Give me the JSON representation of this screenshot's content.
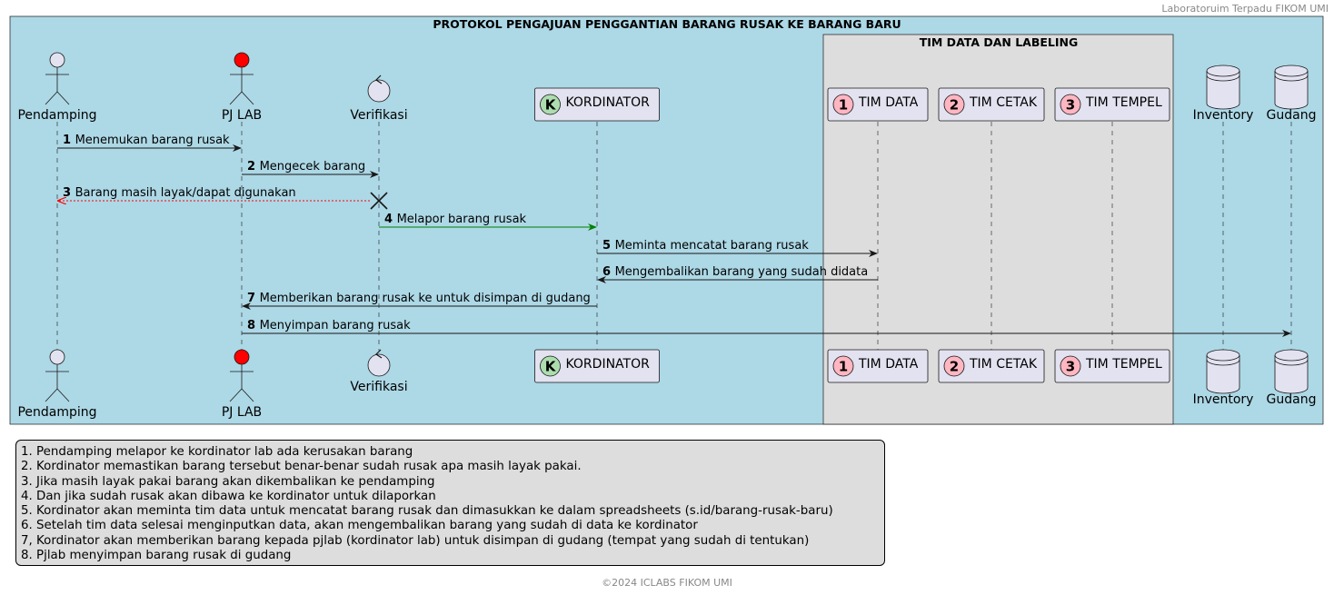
{
  "header": "Laboratoruim Terpadu FIKOM UMI",
  "footer": "©2024 ICLABS FIKOM UMI",
  "diagram": {
    "title": "PROTOKOL PENGAJUAN PENGGANTIAN BARANG RUSAK KE BARANG BARU",
    "group_title": "TIM DATA DAN LABELING",
    "colors": {
      "outer_box": "#add8e6",
      "group_box": "#dddddd",
      "participant_fill": "#e2e2f0",
      "pj_lab_head": "#ff0000",
      "kordinator_badge": "#adddaf",
      "tim_badge": "#ffb6c1",
      "arrow_default": "#181818",
      "arrow_return": "#ff0000",
      "arrow_report": "#008000"
    },
    "participants": [
      {
        "id": "pendamping",
        "label": "Pendamping",
        "type": "actor"
      },
      {
        "id": "pjlab",
        "label": "PJ LAB",
        "type": "actor"
      },
      {
        "id": "verifikasi",
        "label": "Verifikasi",
        "type": "control"
      },
      {
        "id": "kordinator",
        "label": "KORDINATOR",
        "type": "box",
        "badge": "K"
      },
      {
        "id": "timdata",
        "label": "TIM DATA",
        "type": "box",
        "badge": "1"
      },
      {
        "id": "timcetak",
        "label": "TIM CETAK",
        "type": "box",
        "badge": "2"
      },
      {
        "id": "timtempel",
        "label": "TIM TEMPEL",
        "type": "box",
        "badge": "3"
      },
      {
        "id": "inventory",
        "label": "Inventory",
        "type": "database"
      },
      {
        "id": "gudang",
        "label": "Gudang",
        "type": "database"
      }
    ],
    "messages": [
      {
        "num": "1",
        "text": "Menemukan barang rusak",
        "from": "pendamping",
        "to": "pjlab",
        "style": "solid",
        "color": "default"
      },
      {
        "num": "2",
        "text": "Mengecek barang",
        "from": "pjlab",
        "to": "verifikasi",
        "style": "solid",
        "color": "default"
      },
      {
        "num": "3",
        "text": "Barang masih layak/dapat digunakan",
        "from": "verifikasi",
        "to": "pendamping",
        "style": "dashed",
        "color": "return",
        "destroy": true
      },
      {
        "num": "4",
        "text": "Melapor barang rusak",
        "from": "verifikasi",
        "to": "kordinator",
        "style": "solid",
        "color": "report"
      },
      {
        "num": "5",
        "text": "Meminta mencatat barang rusak",
        "from": "kordinator",
        "to": "timdata",
        "style": "solid",
        "color": "default"
      },
      {
        "num": "6",
        "text": "Mengembalikan barang yang sudah didata",
        "from": "timdata",
        "to": "kordinator",
        "style": "solid",
        "color": "default"
      },
      {
        "num": "7",
        "text": "Memberikan barang rusak ke untuk disimpan di gudang",
        "from": "kordinator",
        "to": "pjlab",
        "style": "solid",
        "color": "default"
      },
      {
        "num": "8",
        "text": "Menyimpan barang rusak",
        "from": "pjlab",
        "to": "gudang",
        "style": "solid",
        "color": "default"
      }
    ]
  },
  "legend": [
    "1. Pendamping melapor ke kordinator lab ada kerusakan barang",
    "2. Kordinator memastikan barang tersebut benar-benar sudah rusak apa masih layak pakai.",
    "3. Jika masih layak pakai barang akan dikembalikan ke pendamping",
    "4. Dan jika sudah rusak akan dibawa ke kordinator untuk dilaporkan",
    "5. Kordinator akan meminta tim data untuk mencatat barang rusak dan dimasukkan ke dalam spreadsheets (s.id/barang-rusak-baru)",
    "6. Setelah tim data selesai menginputkan data, akan mengembalikan barang yang sudah di data ke kordinator",
    "7, Kordinator akan memberikan barang kepada pjlab (kordinator lab) untuk disimpan di gudang (tempat yang sudah di tentukan)",
    "8. Pjlab menyimpan barang rusak di gudang"
  ]
}
